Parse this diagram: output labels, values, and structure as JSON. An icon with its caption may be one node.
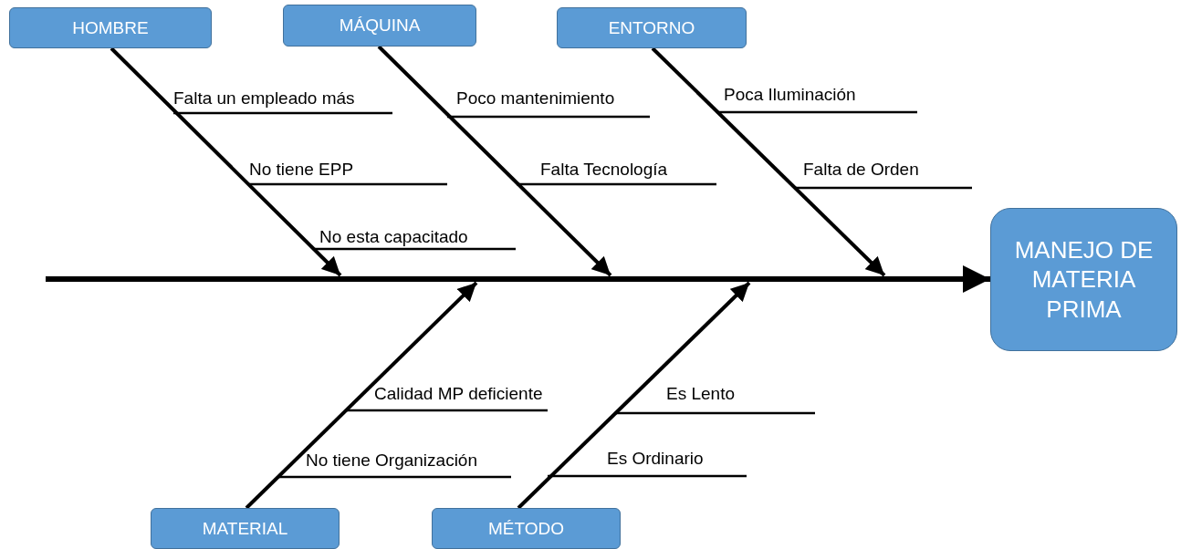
{
  "diagram": {
    "nodes": [
      {
        "text": [
          "HOMBRE"
        ]
      },
      {
        "text": [
          "MÁQUINA"
        ]
      },
      {
        "text": [
          "ENTORNO"
        ]
      },
      {
        "text": [
          "MATERIAL"
        ]
      },
      {
        "text": [
          "MÉTODO"
        ]
      },
      {
        "text": [
          "MANEJO DE MATERIA PRIMA"
        ]
      }
    ],
    "edges": [
      {
        "from": null,
        "to": 5,
        "arrow": "to"
      },
      {
        "from": 0,
        "to": null,
        "arrow": "to"
      },
      {
        "from": 1,
        "to": null,
        "arrow": "to"
      },
      {
        "from": 2,
        "to": null,
        "arrow": "to"
      },
      {
        "from": 3,
        "to": null,
        "arrow": "to"
      },
      {
        "from": 4,
        "to": null,
        "arrow": "to"
      }
    ],
    "labels": [
      "Falta un empleado más",
      "Poco mantenimiento",
      "Poca Iluminación",
      "No tiene EPP",
      "Falta Tecnología",
      "Falta de Orden",
      "No esta capacitado",
      "Calidad MP deficiente",
      "Es Lento",
      "Es Ordinario",
      "No tiene Organización"
    ]
  }
}
